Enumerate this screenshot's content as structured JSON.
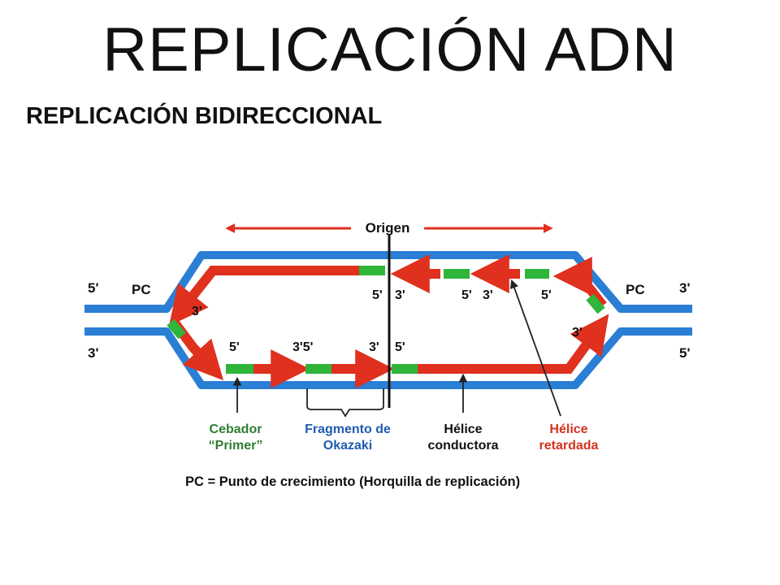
{
  "title": "REPLICACIÓN ADN",
  "subtitle": "REPLICACIÓN BIDIRECCIONAL",
  "diagram": {
    "origin_label": "Origen",
    "pc_left": "PC",
    "pc_right": "PC",
    "strand_ends": {
      "top_left": "5'",
      "bottom_left": "3'",
      "top_right": "3'",
      "bottom_right": "5'"
    },
    "inner_labels": {
      "left_upper": "3'",
      "bottom_5_a": "5'",
      "bottom_35": "3'5'",
      "bottom_3": "3'",
      "bottom_5_b": "5'",
      "top_5_a": "5'",
      "top_3_a": "3'",
      "top_5_b": "5'",
      "top_3_b": "3'",
      "top_5_c": "5'",
      "right_lower": "3'"
    },
    "legend": {
      "primer_line1": "Cebador",
      "primer_line2": "“Primer”",
      "okazaki_line1": "Fragmento de",
      "okazaki_line2": "Okazaki",
      "leading_line1": "Hélice",
      "leading_line2": "conductora",
      "lagging_line1": "Hélice",
      "lagging_line2": "retardada",
      "footnote": "PC = Punto de crecimiento (Horquilla de replicación)"
    },
    "colors": {
      "parent_strand": "#2a7fd4",
      "new_strand": "#e0301e",
      "primer": "#2fb53a",
      "primer_label": "#2e7d32",
      "okazaki_label": "#1e5bb0",
      "lagging_label": "#d4321f"
    }
  }
}
